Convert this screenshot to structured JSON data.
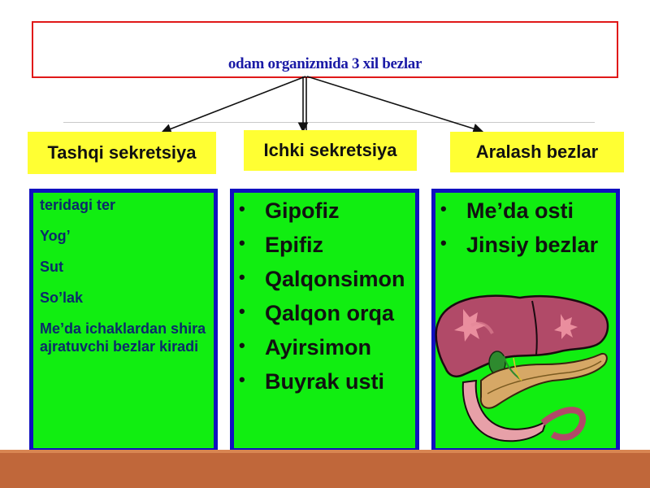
{
  "title": "odam organizmida 3 xil bezlar",
  "categories": [
    {
      "label": "Tashqi sekretsiya"
    },
    {
      "label": "Ichki sekretsiya"
    },
    {
      "label": "Aralash bezlar"
    }
  ],
  "panel1": {
    "items": [
      "teridagi ter",
      "Yog’",
      " Sut",
      "So’lak",
      " Me’da ichaklardan shira ajratuvchi bezlar kiradi"
    ]
  },
  "panel2": {
    "items": [
      "Gipofiz",
      "Epifiz",
      "Qalqonsimon",
      "Qalqon orqa",
      "Ayirsimon",
      "Buyrak usti"
    ]
  },
  "panel3": {
    "items": [
      "Me’da osti",
      "Jinsiy bezlar"
    ],
    "image": "liver-pancreas-illustration"
  },
  "colors": {
    "title_border": "#e01818",
    "title_text": "#1a1aa6",
    "label_bg": "#ffff33",
    "panel_bg": "#11ee11",
    "panel_border": "#1010c0",
    "bottom_bar": "#c0673a"
  }
}
